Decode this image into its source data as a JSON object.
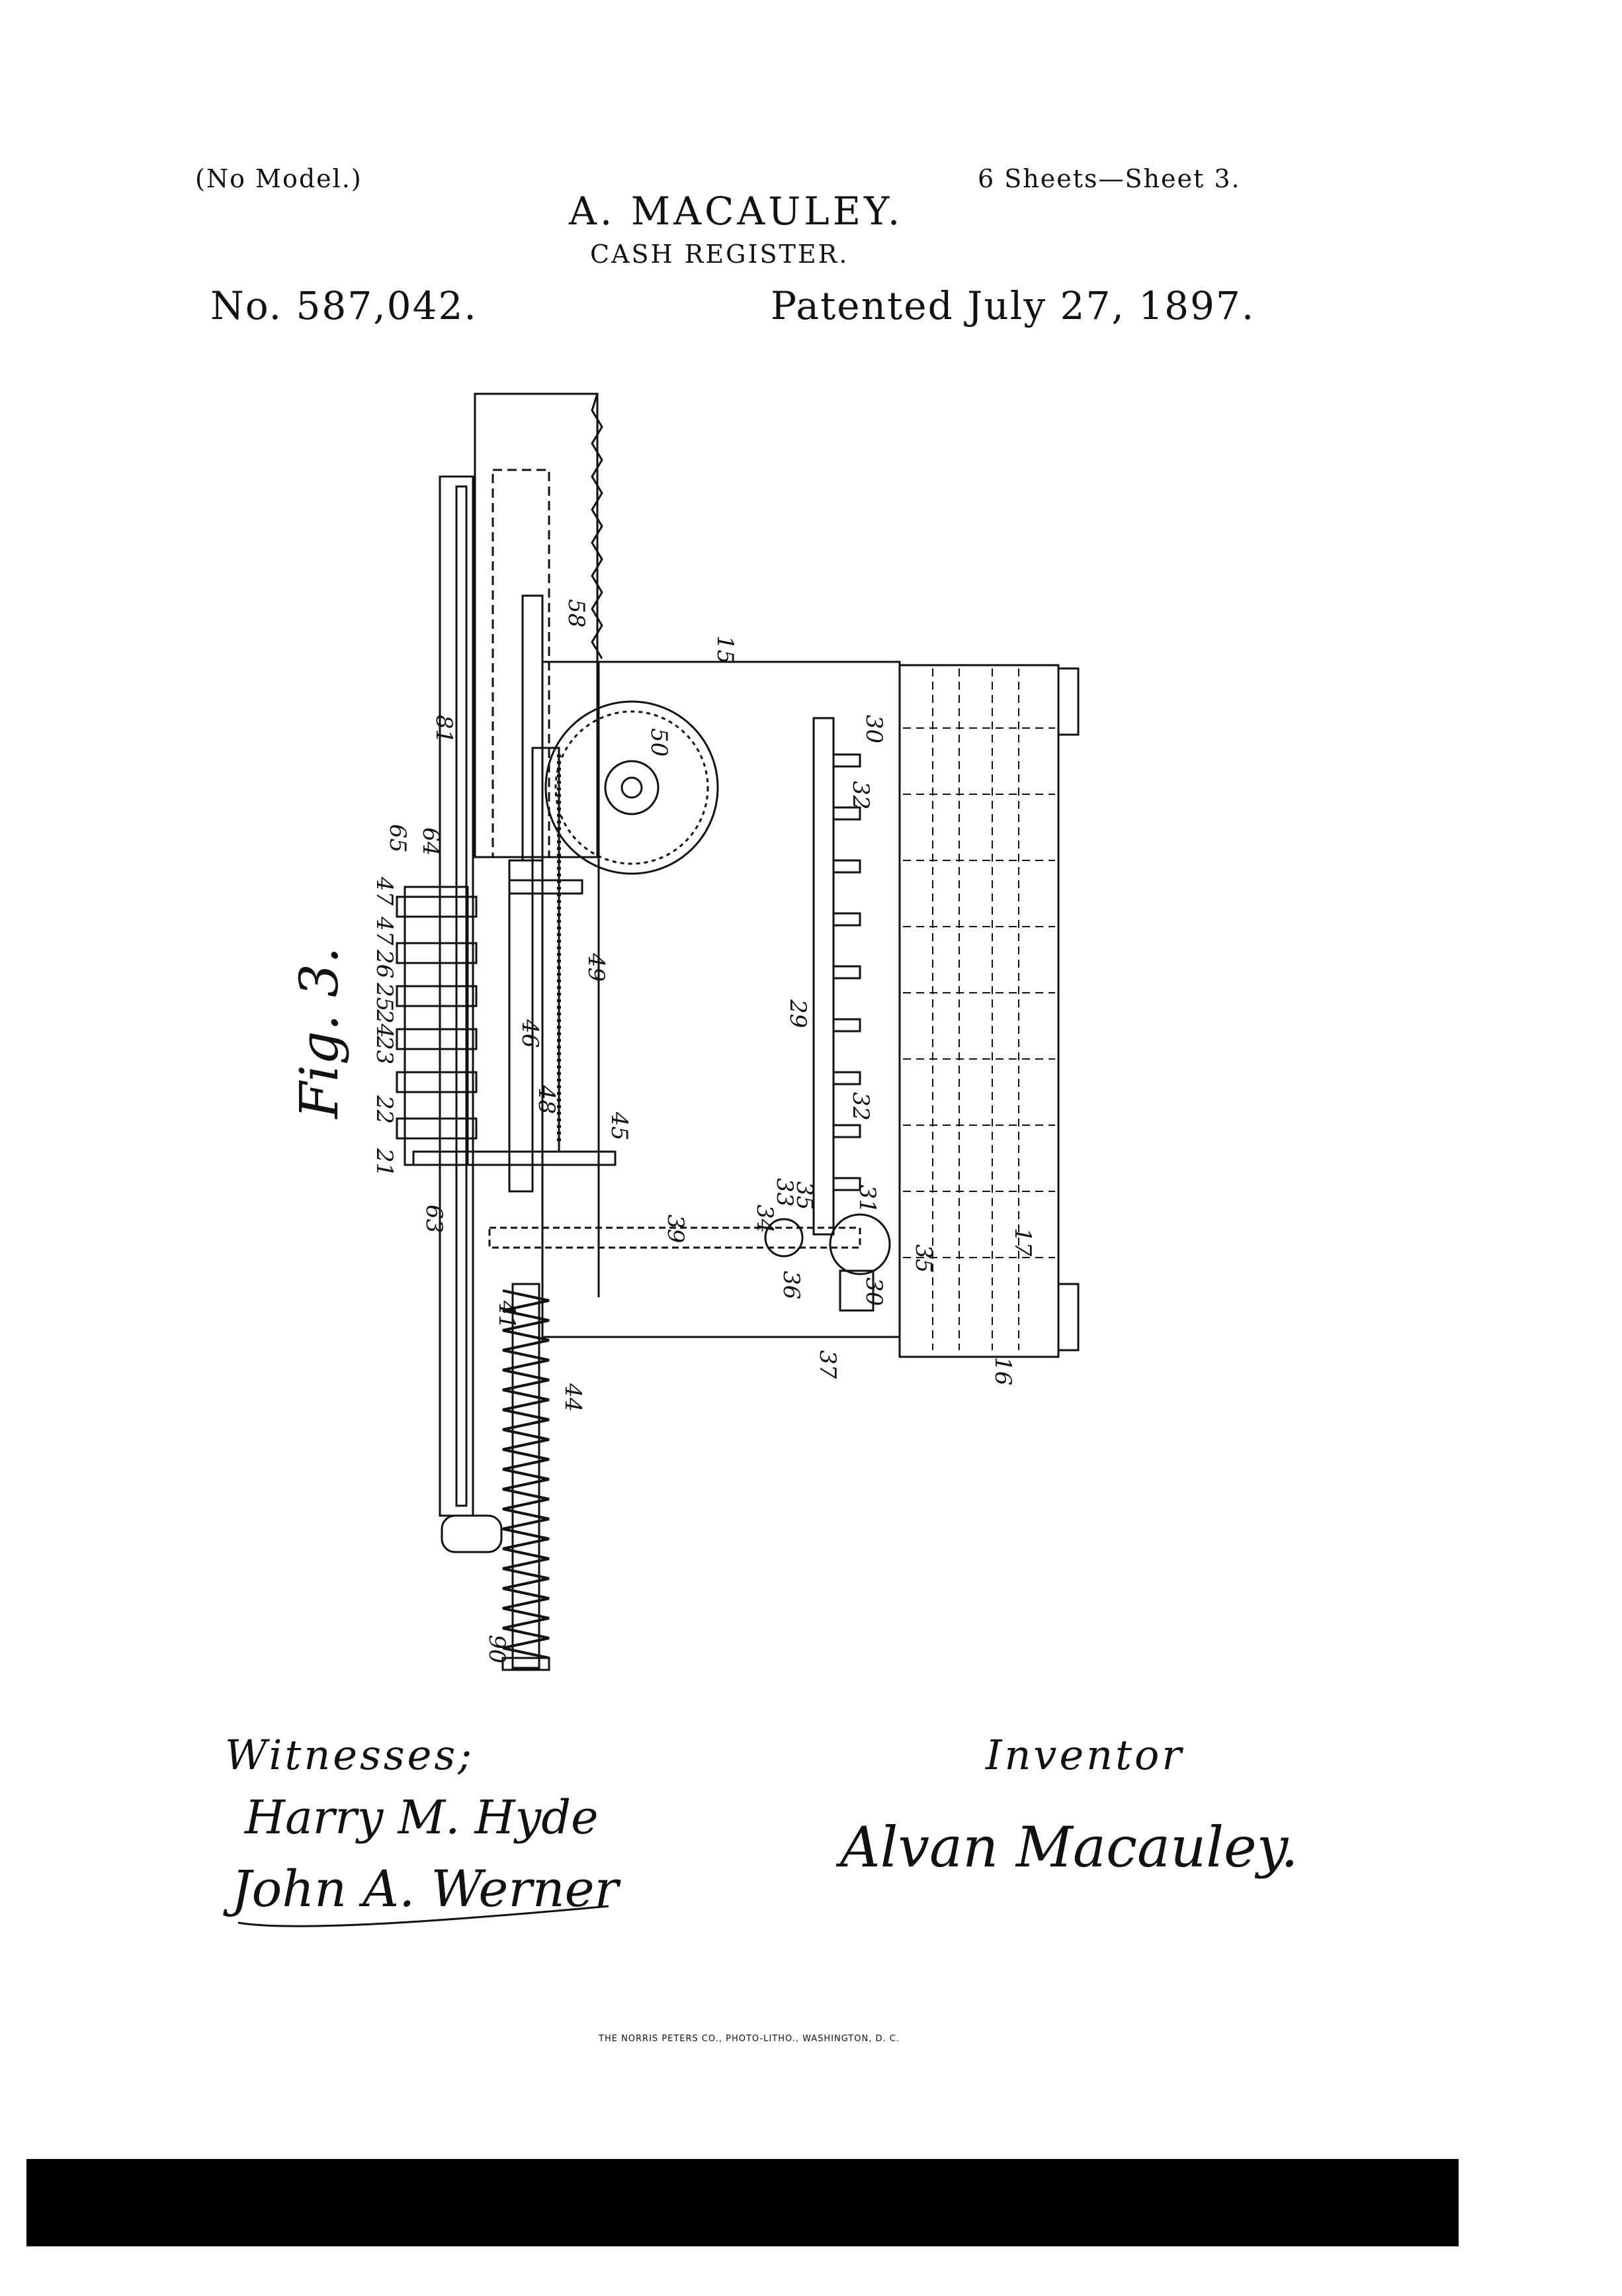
{
  "header": {
    "no_model": "(No Model.)",
    "sheets": "6 Sheets—Sheet 3.",
    "inventor_name": "A. MACAULEY.",
    "title": "CASH REGISTER.",
    "patent_no": "No. 587,042.",
    "patent_date": "Patented July 27, 1897."
  },
  "figure": {
    "label": "Fig. 3.",
    "reference_numerals": [
      "15",
      "58",
      "50",
      "81",
      "65",
      "64",
      "47",
      "47",
      "26",
      "25",
      "24",
      "23",
      "22",
      "21",
      "46",
      "49",
      "48",
      "45",
      "63",
      "39",
      "41",
      "44",
      "90",
      "34",
      "33",
      "35",
      "31",
      "32",
      "29",
      "30",
      "32",
      "30",
      "36",
      "35",
      "37",
      "16",
      "17"
    ]
  },
  "signatures": {
    "witnesses_label": "Witnesses;",
    "witness_1": "Harry M. Hyde",
    "witness_2": "John A. Werner",
    "inventor_label": "Inventor",
    "inventor_signature": "Alvan Macauley."
  },
  "footer": "THE NORRIS PETERS CO., PHOTO-LITHO., WASHINGTON, D. C."
}
